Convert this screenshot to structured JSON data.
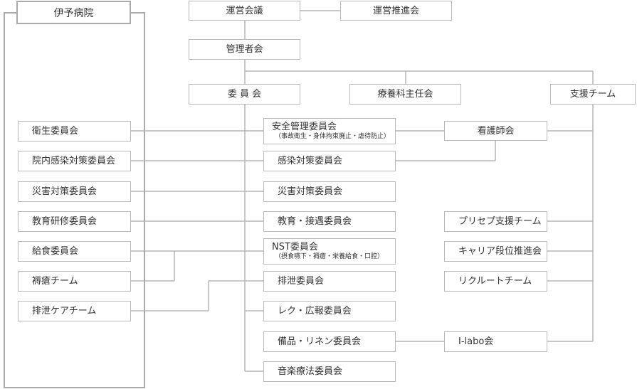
{
  "iyo": "伊予病院",
  "top": {
    "unei_kaigi": "運営会議",
    "unei_suishin": "運営推進会",
    "kanrisha": "管理者会",
    "iinkai": "委 員 会",
    "ryoyoka": "療養科主任会",
    "shien": "支援チーム"
  },
  "left": [
    "衛生委員会",
    "院内感染対策委員会",
    "災害対策委員会",
    "教育研修委員会",
    "給食委員会",
    "褥瘡チーム",
    "排泄ケアチーム"
  ],
  "center": [
    {
      "label": "安全管理委員会",
      "sub": "（事故衛生・身体拘束廃止・虐待防止）"
    },
    {
      "label": "感染対策委員会"
    },
    {
      "label": "災害対策委員会"
    },
    {
      "label": "教育・接遇委員会"
    },
    {
      "label": "NST委員会",
      "sub": "（摂食嚥下・褥瘡・栄養給食・口腔）"
    },
    {
      "label": "排泄委員会"
    },
    {
      "label": "レク・広報委員会"
    },
    {
      "label": "備品・リネン委員会"
    },
    {
      "label": "音楽療法委員会"
    }
  ],
  "right": [
    "看護師会",
    "プリセプ支援チーム",
    "キャリア段位推進会",
    "リクルートチーム",
    "I-labo会"
  ]
}
